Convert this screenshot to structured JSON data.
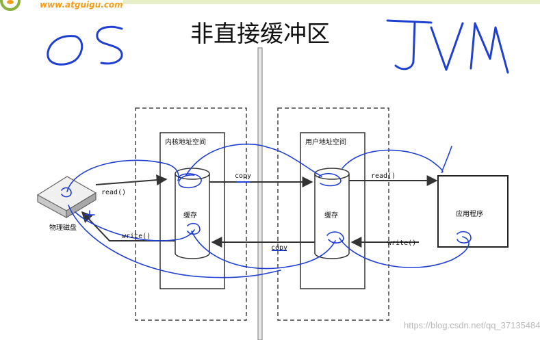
{
  "logo": {
    "text": "www.atguigu.com"
  },
  "title": "非直接缓冲区",
  "handwriting": {
    "left": "OS",
    "right": "JVM"
  },
  "boxes": {
    "kernel": "内核地址空间",
    "user": "用户地址空间",
    "app": "应用程序"
  },
  "cache": {
    "kernel": "缓存",
    "user": "缓存"
  },
  "disk": {
    "label": "物理磁盘"
  },
  "arrows": {
    "read_1": "read()",
    "write_1": "write()",
    "copy_top": "copy",
    "copy_bottom": "copy",
    "read_2": "read()",
    "write_2": "write()"
  },
  "watermark": "https://blog.csdn.net/qq_37135484",
  "colors": {
    "ink": "#1f3fd1",
    "line": "#333333",
    "strip": "#e6efc8"
  }
}
